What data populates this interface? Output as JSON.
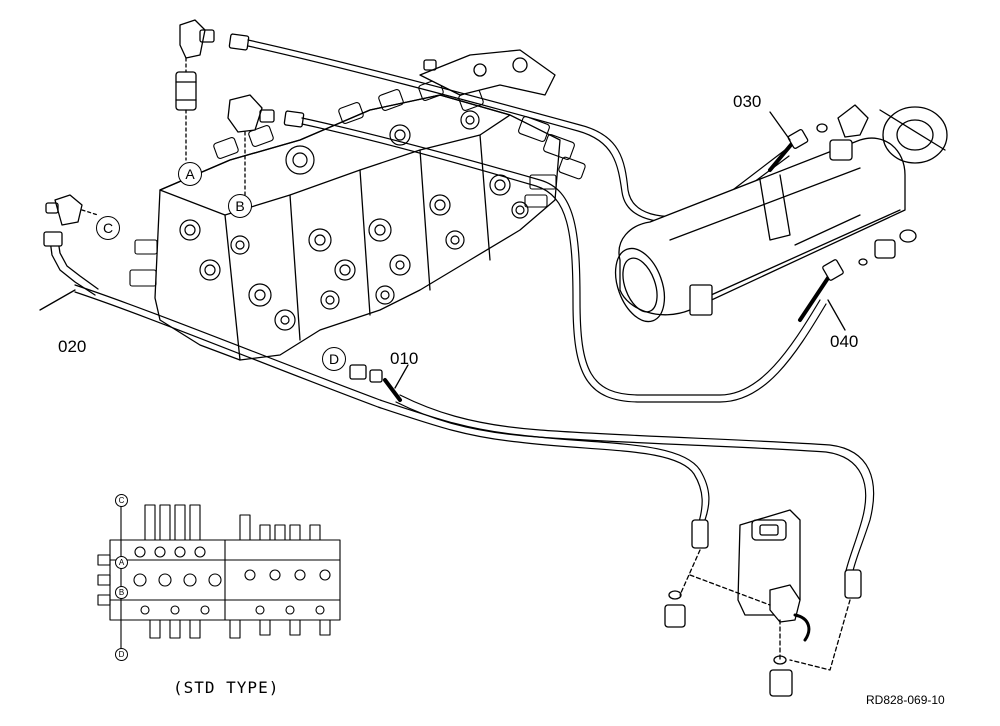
{
  "part_labels": {
    "p010": "010",
    "p020": "020",
    "p030": "030",
    "p040": "040"
  },
  "callouts": {
    "A": "A",
    "B": "B",
    "C": "C",
    "D": "D"
  },
  "inset": {
    "caption": "(STD TYPE)",
    "callouts": {
      "C": "C",
      "A": "A",
      "B": "B",
      "D": "D"
    }
  },
  "drawing_code": "RD828-069-10",
  "colors": {
    "line": "#000000",
    "background": "#ffffff"
  }
}
